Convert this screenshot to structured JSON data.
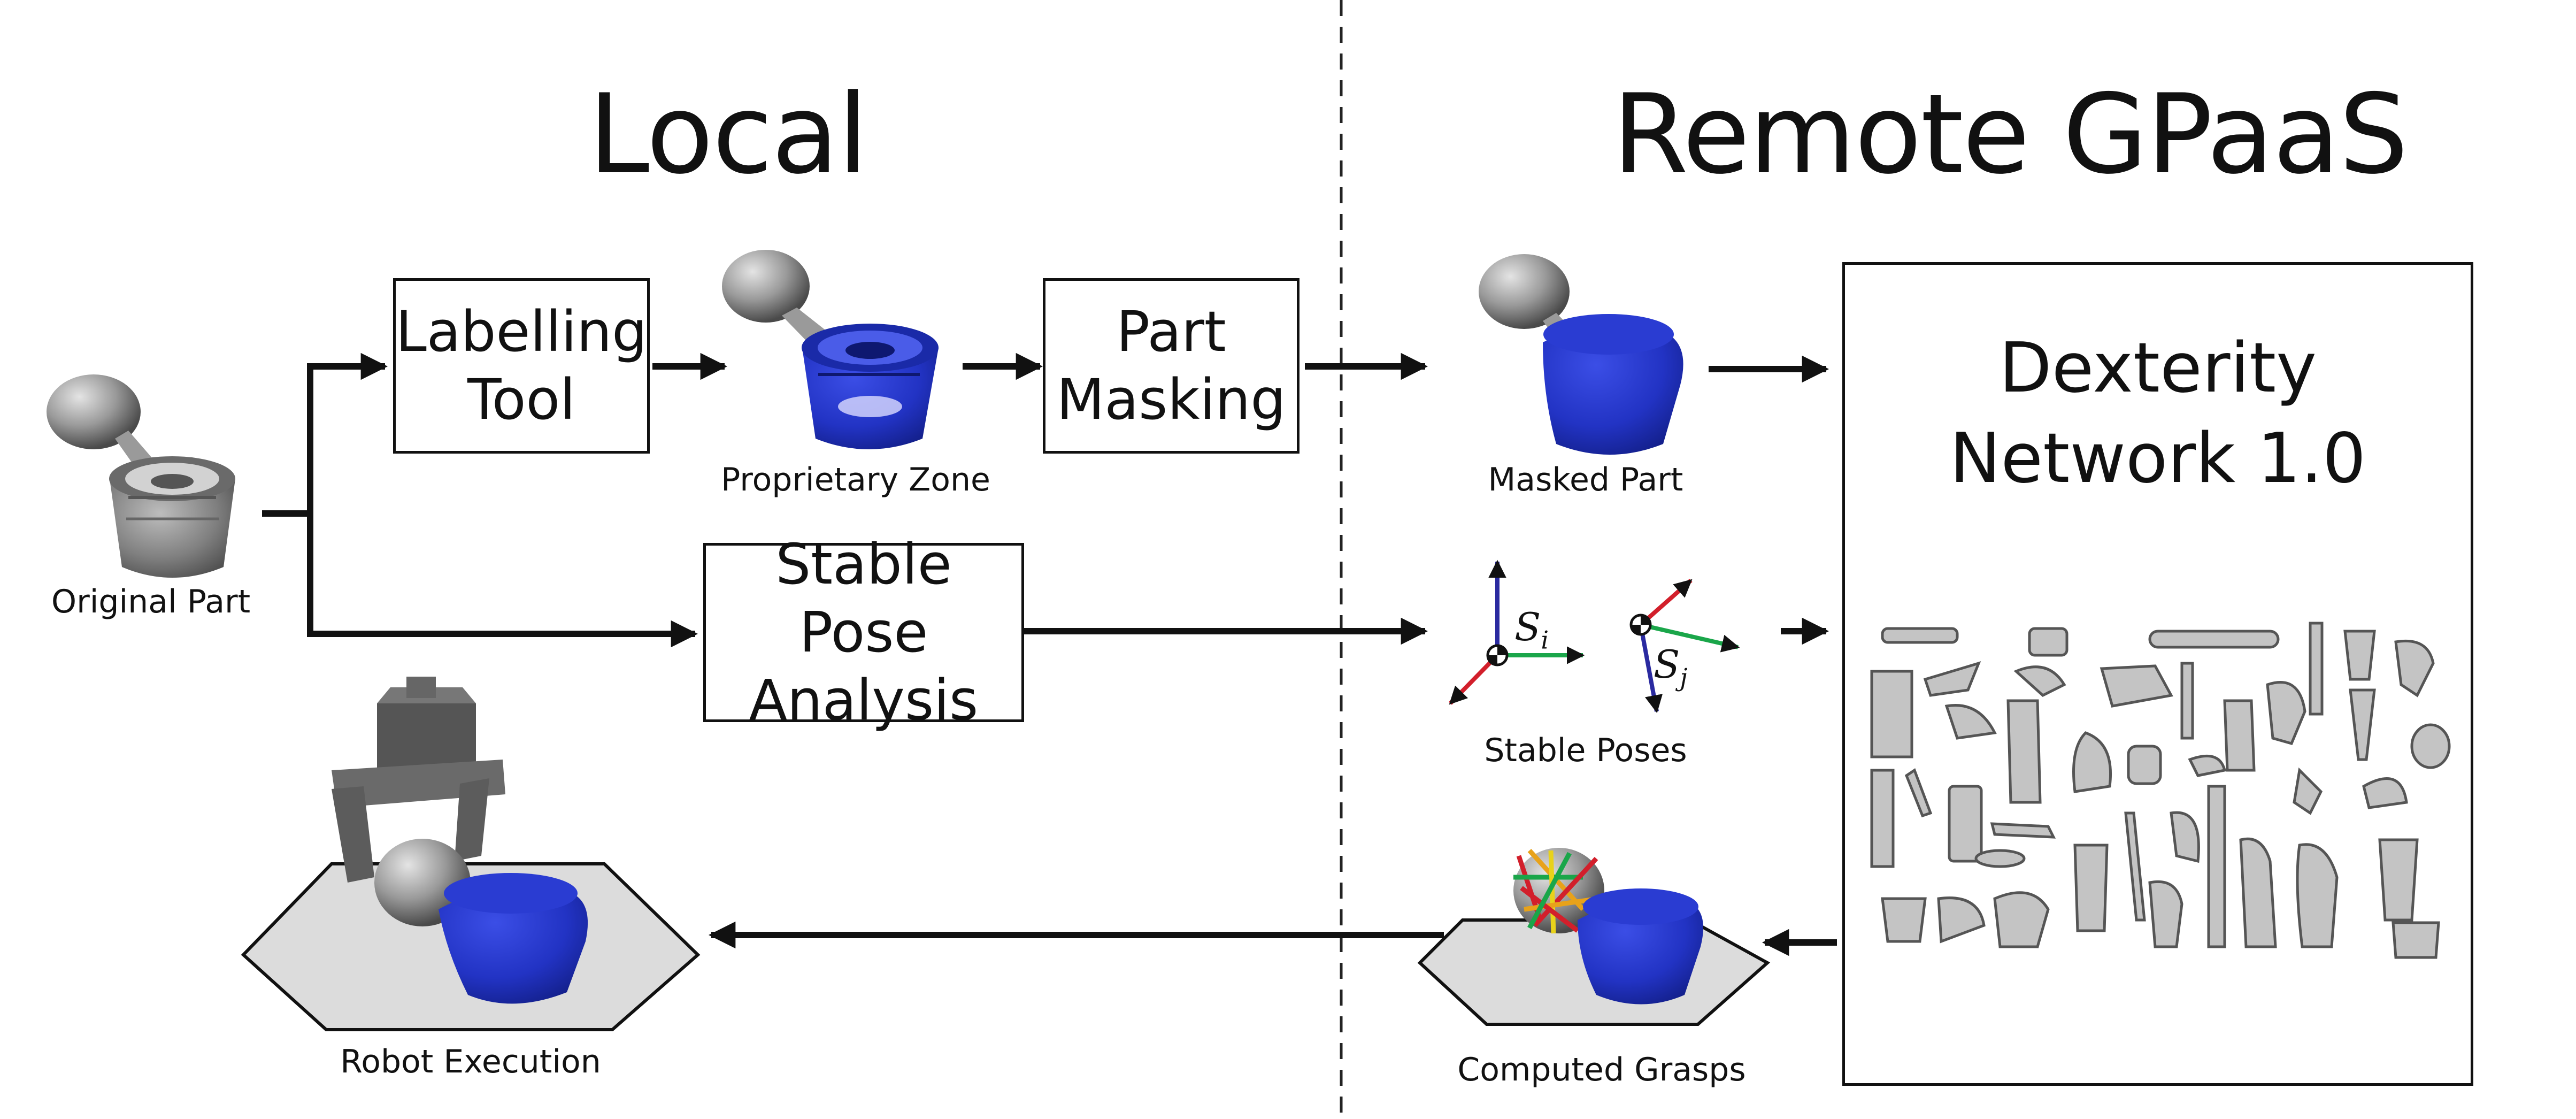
{
  "headings": {
    "local": "Local",
    "remote": "Remote GPaaS"
  },
  "boxes": {
    "labelling_tool": "Labelling\nTool",
    "part_masking": "Part\nMasking",
    "stable_pose_analysis": "Stable Pose\nAnalysis",
    "dexterity_network": "Dexterity\nNetwork 1.0"
  },
  "captions": {
    "original_part": "Original Part",
    "proprietary_zone": "Proprietary Zone",
    "masked_part": "Masked Part",
    "stable_poses": "Stable Poses",
    "computed_grasps": "Computed Grasps",
    "robot_execution": "Robot Execution"
  },
  "pose_labels": {
    "si_base": "S",
    "si_sub": "i",
    "sj_base": "S",
    "sj_sub": "j"
  },
  "colors": {
    "part_gray": "#8c8c8c",
    "masked_blue": "#1f2fb0",
    "axis_red": "#d21f2b",
    "axis_green": "#1aa64a",
    "axis_blue": "#2a2aa0",
    "platform": "#dcdcdc"
  }
}
